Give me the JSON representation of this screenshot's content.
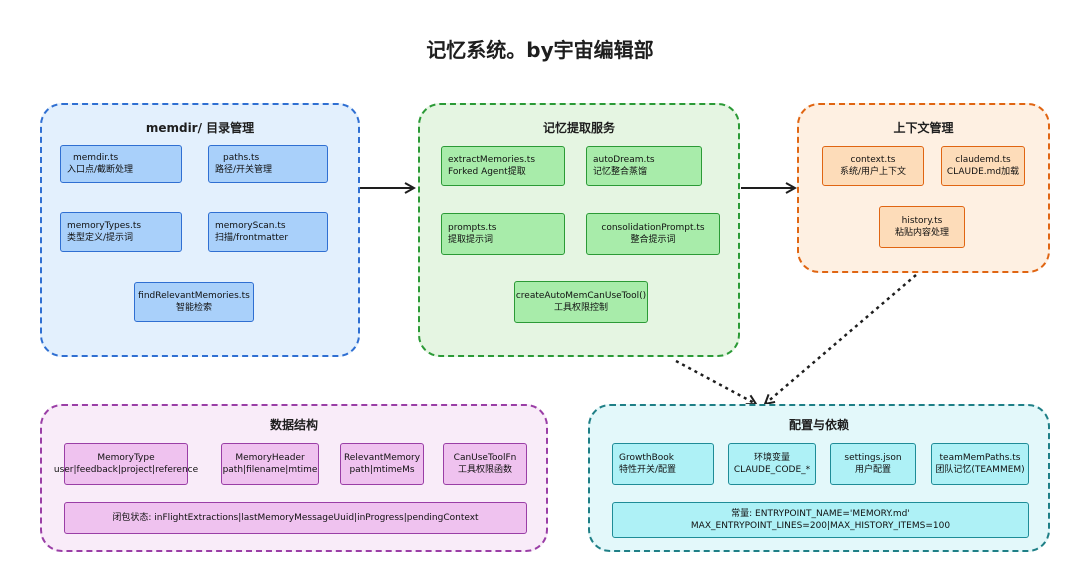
{
  "title": "记忆系统。by宇宙编辑部",
  "groups": {
    "memdir": {
      "title": "memdir/ 目录管理",
      "boxes": [
        {
          "line1": "memdir.ts",
          "line2": "入口点/截断处理"
        },
        {
          "line1": "paths.ts",
          "line2": "路径/开关管理"
        },
        {
          "line1": "memoryTypes.ts",
          "line2": "类型定义/提示词"
        },
        {
          "line1": "memoryScan.ts",
          "line2": "扫描/frontmatter"
        },
        {
          "line1": "findRelevantMemories.ts",
          "line2": "智能检索"
        }
      ]
    },
    "extract": {
      "title": "记忆提取服务",
      "boxes": [
        {
          "line1": "extractMemories.ts",
          "line2": "Forked Agent提取"
        },
        {
          "line1": "autoDream.ts",
          "line2": "记忆整合蒸馏"
        },
        {
          "line1": "prompts.ts",
          "line2": "提取提示词"
        },
        {
          "line1": "consolidationPrompt.ts",
          "line2": "整合提示词"
        },
        {
          "line1": "createAutoMemCanUseTool()",
          "line2": "工具权限控制"
        }
      ]
    },
    "context": {
      "title": "上下文管理",
      "boxes": [
        {
          "line1": "context.ts",
          "line2": "系统/用户上下文"
        },
        {
          "line1": "claudemd.ts",
          "line2": "CLAUDE.md加载"
        },
        {
          "line1": "history.ts",
          "line2": "粘贴内容处理"
        }
      ]
    },
    "data": {
      "title": "数据结构",
      "boxes": [
        {
          "line1": "MemoryType",
          "line2": "user|feedback|project|reference"
        },
        {
          "line1": "MemoryHeader",
          "line2": "path|filename|mtime"
        },
        {
          "line1": "RelevantMemory",
          "line2": "path|mtimeMs"
        },
        {
          "line1": "CanUseToolFn",
          "line2": "工具权限函数"
        },
        {
          "line1": "闭包状态: inFlightExtractions|lastMemoryMessageUuid|inProgress|pendingContext",
          "line2": ""
        }
      ]
    },
    "config": {
      "title": "配置与依赖",
      "boxes": [
        {
          "line1": "GrowthBook",
          "line2": "特性开关/配置"
        },
        {
          "line1": "环境变量",
          "line2": "CLAUDE_CODE_*"
        },
        {
          "line1": "settings.json",
          "line2": "用户配置"
        },
        {
          "line1": "teamMemPaths.ts",
          "line2": "团队记忆(TEAMMEM)"
        },
        {
          "line1": "常量: ENTRYPOINT_NAME='MEMORY.md'",
          "line2": "MAX_ENTRYPOINT_LINES=200|MAX_HISTORY_ITEMS=100"
        }
      ]
    }
  },
  "colors": {
    "blue_border": "#2f6fd2",
    "blue_bg": "#e3f0fd",
    "green_border": "#2b9a36",
    "green_bg": "#e5f5e2",
    "orange_border": "#e06512",
    "orange_bg": "#fef0e2",
    "purple_border": "#9a3ea6",
    "purple_bg": "#f9ecf9",
    "cyan_border": "#1f7f86",
    "cyan_bg": "#e3f8fa"
  }
}
